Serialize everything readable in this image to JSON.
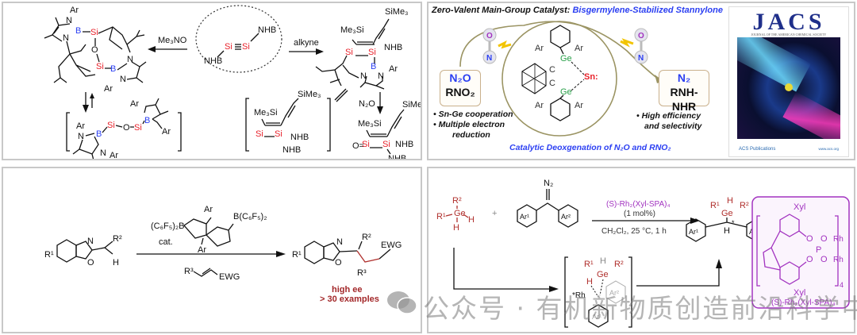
{
  "panels": {
    "p1": {
      "center_species": {
        "left_group": "NHB",
        "right_group": "NHB",
        "si1": "Si",
        "si2": "Si"
      },
      "reagent_left": "Me₃NO",
      "reagent_right": "alkyne",
      "reagent_down": "N₂O",
      "labels": {
        "ar": "Ar",
        "b": "B",
        "si": "Si",
        "o": "O",
        "n": "N",
        "nhb": "NHB",
        "sime3": "SiMe₃",
        "me3si": "Me₃Si",
        "silyl_o": "O="
      },
      "bracket_chain": [
        "Si",
        "O",
        "Si"
      ]
    },
    "p2": {
      "title_black": "Zero-Valent Main-Group Catalyst:",
      "title_blue": "Bisgermylene-Stabilized Stannylone",
      "substrate_box": [
        "N₂O",
        "RNO₂"
      ],
      "product_box": [
        "N₂",
        "RNH-NHR"
      ],
      "bullets_left": [
        "Sn-Ge cooperation",
        "Multiple electron",
        "reduction"
      ],
      "bullets_right": [
        "High efficiency",
        "and selectivity"
      ],
      "caption": "Catalytic Deoxgenation of N₂O and RNO₂",
      "catalyst_atoms": {
        "ge": "Ge",
        "sn": "Sn:",
        "c": "C",
        "ar": "Ar"
      },
      "nitroso": {
        "o": "O",
        "n": "N"
      },
      "cover": {
        "title": "JACS",
        "subtitle": "JOURNAL OF THE AMERICAN CHEMICAL SOCIETY",
        "publisher": "ACS Publications",
        "url": "www.acs.org"
      }
    },
    "p3": {
      "substrate": {
        "r1": "R¹",
        "r2": "R²",
        "h": "H",
        "n": "N",
        "o": "O"
      },
      "catalyst": {
        "left": "(C₆F₅)₂B",
        "right": "B(C₆F₅)₂",
        "ar": "Ar",
        "cat": "cat."
      },
      "reagent": {
        "r3": "R³",
        "ewg": "EWG"
      },
      "product": {
        "r1": "R¹",
        "r2": "R²",
        "r3": "R³",
        "ewg": "EWG"
      },
      "result": [
        "high ee",
        "> 30 examples"
      ]
    },
    "p4": {
      "germane": {
        "r1": "R¹",
        "r2": "R²",
        "ge": "Ge",
        "h": "H"
      },
      "plus": "+",
      "diazo": {
        "n2": "N₂",
        "ar1": "Ar¹",
        "ar2": "Ar²"
      },
      "catalyst_label": "(S)-Rh₂(Xyl-SPA)₄",
      "loading": "(1 mol%)",
      "conditions": "CH₂Cl₂, 25 °C, 1 h",
      "product": {
        "r1": "R¹",
        "r2": "R²",
        "ge": "Ge",
        "h": "H",
        "ar1": "Ar¹",
        "ar2": "Ar²",
        "star": "*"
      },
      "ts": {
        "rh": "*Rh",
        "r1": "R¹",
        "r2": "R²",
        "ge": "Ge",
        "h": "H",
        "ar1": "Ar¹",
        "ar2": "Ar²"
      },
      "catalyst_struct": {
        "xyl": "Xyl",
        "o": "O",
        "p": "P",
        "rh": "Rh",
        "sub4": "4",
        "caption": "(S)-Rh₂(Xyl-SPA)₄"
      }
    }
  },
  "watermark": "公众号 · 有机新物质创造前沿科学中心",
  "colors": {
    "si": "#e8212a",
    "b": "#2b3ff2",
    "ge": "#2aa04a",
    "accent_blue": "#2b3ff2",
    "magenta": "#ee22dd",
    "purple": "#a233c0",
    "dark_red": "#b0302d"
  }
}
